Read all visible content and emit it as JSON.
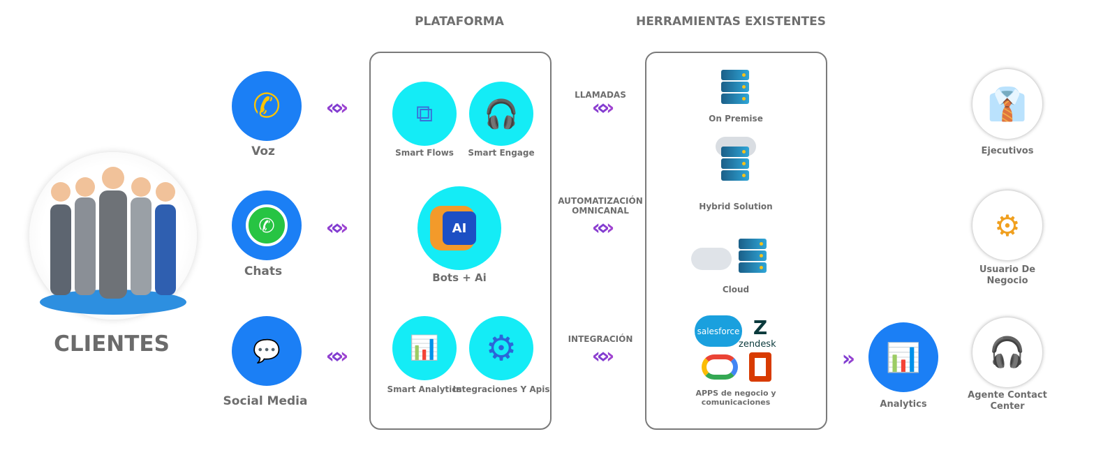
{
  "headers": {
    "platform": "PLATAFORMA",
    "tools": "HERRAMIENTAS EXISTENTES"
  },
  "clients": {
    "label": "CLIENTES"
  },
  "channels": [
    {
      "label": "Voz",
      "icon": "phone-icon"
    },
    {
      "label": "Chats",
      "icon": "whatsapp-icon"
    },
    {
      "label": "Social Media",
      "icon": "social-media-icon"
    }
  ],
  "platform": {
    "smart_flows": "Smart Flows",
    "smart_engage": "Smart Engage",
    "bots_ai": "Bots + Ai",
    "ai_chip": "AI",
    "smart_analytics": "Smart Analytics",
    "integrations": "Integraciones Y Apis"
  },
  "connectors": {
    "calls": "LLAMADAS",
    "automation": "AUTOMATIZACIÓN OMNICANAL",
    "integration": "INTEGRACIÓN"
  },
  "tools": {
    "on_premise": "On Premise",
    "hybrid": "Hybrid Solution",
    "cloud": "Cloud",
    "apps": "APPS de negocio y comunicaciones",
    "logos": {
      "salesforce": "salesforce",
      "zendesk": "zendesk"
    }
  },
  "analytics": {
    "label": "Analytics"
  },
  "users": [
    {
      "label": "Ejecutivos"
    },
    {
      "label": "Usuario De Negocio"
    },
    {
      "label": "Agente Contact Center"
    }
  ],
  "colors": {
    "channel_blue": "#1b7ff5",
    "platform_cyan": "#14ecf6",
    "chevron": "#c64bd0",
    "text_gray": "#6d6d6d"
  }
}
